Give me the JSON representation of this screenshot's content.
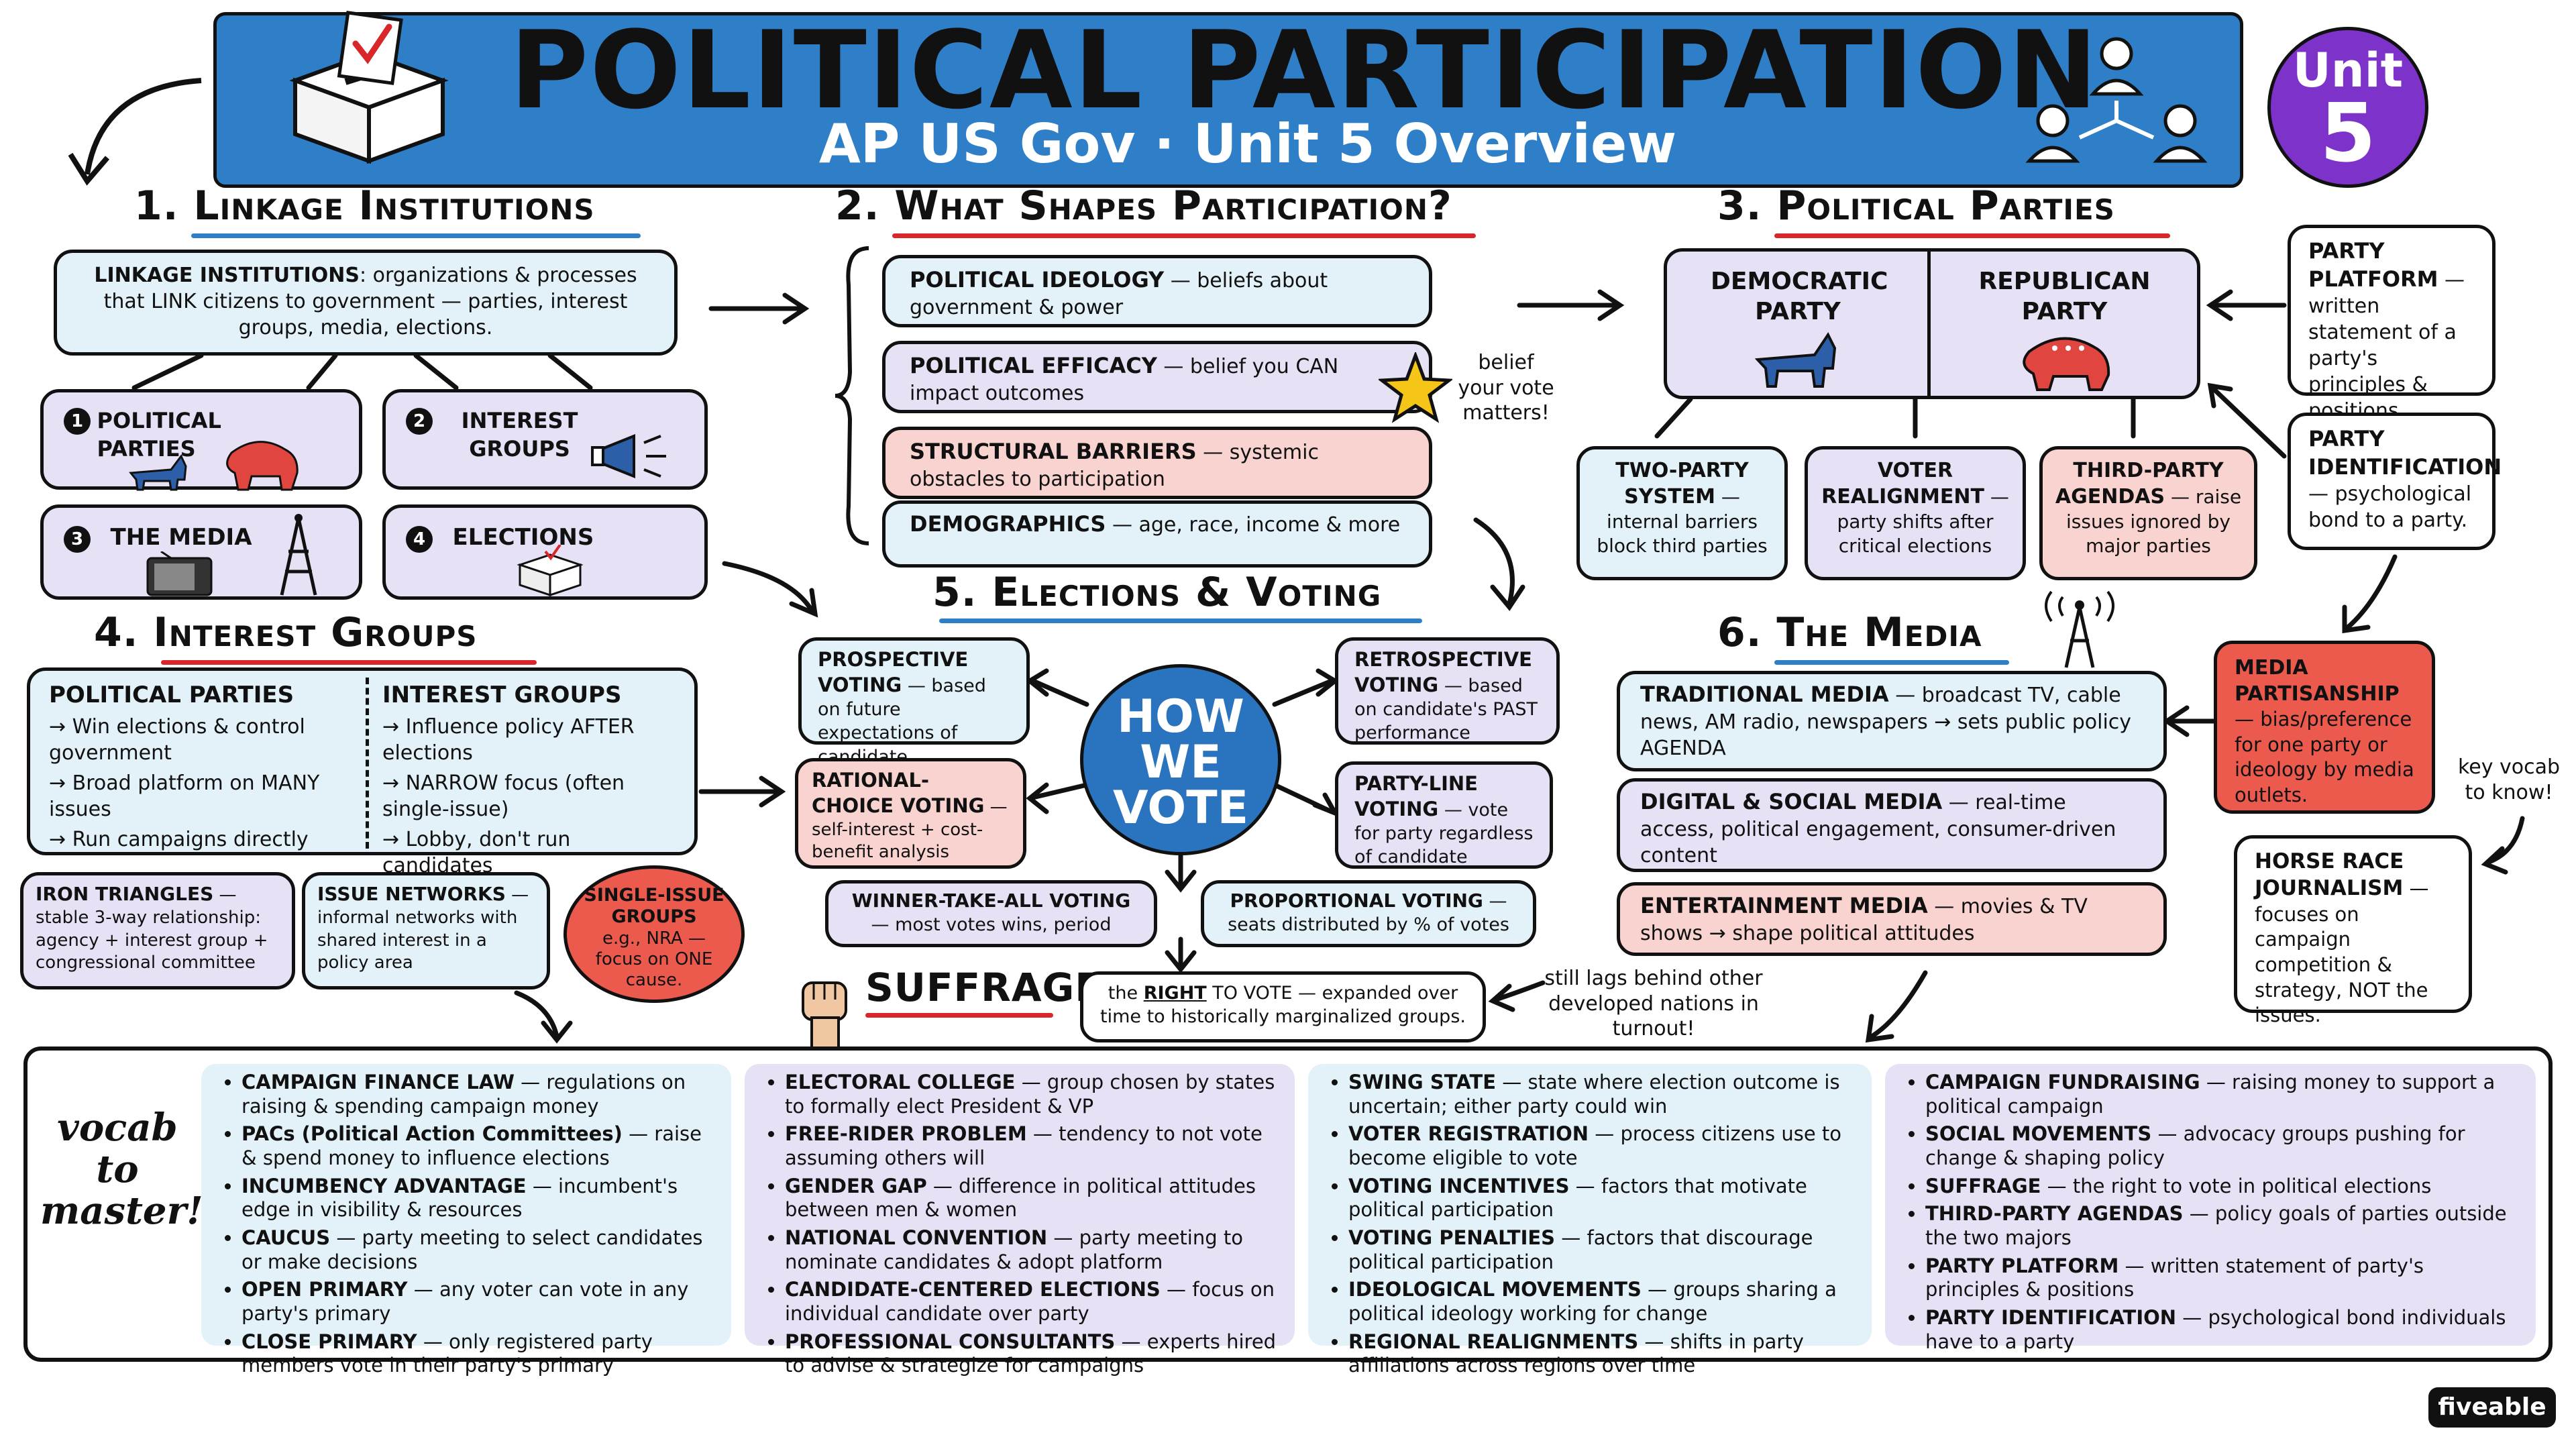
{
  "header": {
    "title": "POLITICAL PARTICIPATION",
    "subtitle": "AP US Gov · Unit 5 Overview",
    "unit_word": "Unit",
    "unit_number": "5"
  },
  "section1": {
    "title": "1. Linkage Institutions",
    "def_term": "LINKAGE INSTITUTIONS",
    "def_text": ": organizations & processes that LINK citizens to government — parties, interest groups, media, elections.",
    "items": [
      {
        "num": "1",
        "label": "POLITICAL PARTIES"
      },
      {
        "num": "2",
        "label": "INTEREST GROUPS"
      },
      {
        "num": "3",
        "label": "THE MEDIA"
      },
      {
        "num": "4",
        "label": "ELECTIONS"
      }
    ]
  },
  "section2": {
    "title": "2. What Shapes Participation?",
    "items": [
      {
        "term": "POLITICAL IDEOLOGY",
        "text": " — beliefs about government & power"
      },
      {
        "term": "POLITICAL EFFICACY",
        "text": " — belief you CAN impact outcomes"
      },
      {
        "term": "STRUCTURAL BARRIERS",
        "text": " — systemic obstacles to participation"
      },
      {
        "term": "DEMOGRAPHICS",
        "text": " — age, race, income & more"
      }
    ],
    "star_note": "belief your vote matters!"
  },
  "section3": {
    "title": "3. Political Parties",
    "dem": "DEMOCRATIC PARTY",
    "rep": "REPUBLICAN PARTY",
    "platform_term": "PARTY PLATFORM",
    "platform_text": " — written statement of a party's principles & positions.",
    "ident_term": "PARTY IDENTIFICATION",
    "ident_text": " — psychological bond to a party.",
    "sub": [
      {
        "term": "TWO-PARTY SYSTEM",
        "text": " — internal barriers block third parties"
      },
      {
        "term": "VOTER REALIGNMENT",
        "text": " — party shifts after critical elections"
      },
      {
        "term": "THIRD-PARTY AGENDAS",
        "text": " — raise issues ignored by major parties"
      }
    ]
  },
  "section4": {
    "title": "4. Interest Groups",
    "left_head": "POLITICAL PARTIES",
    "left_items": [
      "→ Win elections & control government",
      "→ Broad platform on MANY issues",
      "→ Run campaigns directly"
    ],
    "right_head": "INTEREST GROUPS",
    "right_items": [
      "→ Influence policy AFTER elections",
      "→ NARROW focus (often single-issue)",
      "→ Lobby, don't run candidates"
    ],
    "iron_term": "IRON TRIANGLES",
    "iron_text": " — stable 3-way relationship: agency + interest group + congressional committee",
    "issue_term": "ISSUE NETWORKS",
    "issue_text": " — informal networks with shared interest in a policy area",
    "single_term": "SINGLE-ISSUE GROUPS",
    "single_text": "e.g., NRA — focus on ONE cause."
  },
  "section5": {
    "title": "5. Elections & Voting",
    "center": [
      "HOW",
      "WE",
      "VOTE"
    ],
    "prospective_term": "PROSPECTIVE VOTING",
    "prospective_text": " — based on future expectations of candidate",
    "retro_term": "RETROSPECTIVE VOTING",
    "retro_text": " — based on candidate's PAST performance",
    "rational_term": "RATIONAL-CHOICE VOTING",
    "rational_text": " — self-interest + cost-benefit analysis",
    "partyline_term": "PARTY-LINE VOTING",
    "partyline_text": " — vote for party regardless of candidate",
    "wta_term": "WINNER-TAKE-ALL VOTING",
    "wta_text": " — most votes wins, period",
    "prop_term": "PROPORTIONAL VOTING",
    "prop_text": " — seats distributed by % of votes",
    "suffrage_title": "SUFFRAGE",
    "suffrage_pre": "the ",
    "suffrage_term": "RIGHT",
    "suffrage_text": " TO VOTE — expanded over time to historically marginalized groups.",
    "turnout_note": "still lags behind other developed nations in turnout!"
  },
  "section6": {
    "title": "6. The Media",
    "items": [
      {
        "term": "TRADITIONAL MEDIA",
        "text": " — broadcast TV, cable news, AM radio, newspapers → sets public policy AGENDA"
      },
      {
        "term": "DIGITAL & SOCIAL MEDIA",
        "text": " — real-time access, political engagement, consumer-driven content"
      },
      {
        "term": "ENTERTAINMENT MEDIA",
        "text": " — movies & TV shows → shape political attitudes"
      }
    ],
    "partisan_term": "MEDIA PARTISANSHIP",
    "partisan_text": " — bias/preference for one party or ideology by media outlets.",
    "vocab_note": "key vocab to know!",
    "horse_term": "HORSE RACE JOURNALISM",
    "horse_text": " — focuses on campaign competition & strategy, NOT the issues."
  },
  "vocab": {
    "label": "vocab to master!",
    "columns": [
      [
        {
          "term": "CAMPAIGN FINANCE LAW",
          "text": " — regulations on raising & spending campaign money"
        },
        {
          "term": "PACs (Political Action Committees)",
          "text": " — raise & spend money to influence elections"
        },
        {
          "term": "INCUMBENCY ADVANTAGE",
          "text": " — incumbent's edge in visibility & resources"
        },
        {
          "term": "CAUCUS",
          "text": " — party meeting to select candidates or make decisions"
        },
        {
          "term": "OPEN PRIMARY",
          "text": " — any voter can vote in any party's primary"
        },
        {
          "term": "CLOSE PRIMARY",
          "text": " — only registered party members vote in their party's primary"
        }
      ],
      [
        {
          "term": "ELECTORAL COLLEGE",
          "text": " — group chosen by states to formally elect President & VP"
        },
        {
          "term": "FREE-RIDER PROBLEM",
          "text": " — tendency to not vote assuming others will"
        },
        {
          "term": "GENDER GAP",
          "text": " — difference in political attitudes between men & women"
        },
        {
          "term": "NATIONAL CONVENTION",
          "text": " — party meeting to nominate candidates & adopt platform"
        },
        {
          "term": "CANDIDATE-CENTERED ELECTIONS",
          "text": " — focus on individual candidate over party"
        },
        {
          "term": "PROFESSIONAL CONSULTANTS",
          "text": " — experts hired to advise & strategize for campaigns"
        }
      ],
      [
        {
          "term": "SWING STATE",
          "text": " — state where election outcome is uncertain; either party could win"
        },
        {
          "term": "VOTER REGISTRATION",
          "text": " — process citizens use to become eligible to vote"
        },
        {
          "term": "VOTING INCENTIVES",
          "text": " — factors that motivate political participation"
        },
        {
          "term": "VOTING PENALTIES",
          "text": " — factors that discourage political participation"
        },
        {
          "term": "IDEOLOGICAL MOVEMENTS",
          "text": " — groups sharing a political ideology working for change"
        },
        {
          "term": "REGIONAL REALIGNMENTS",
          "text": " — shifts in party affiliations across regions over time"
        }
      ],
      [
        {
          "term": "CAMPAIGN FUNDRAISING",
          "text": " — raising money to support a political campaign"
        },
        {
          "term": "SOCIAL MOVEMENTS",
          "text": " — advocacy groups pushing for change & shaping policy"
        },
        {
          "term": "SUFFRAGE",
          "text": " — the right to vote in political elections"
        },
        {
          "term": "THIRD-PARTY AGENDAS",
          "text": " — policy goals of parties outside the two majors"
        },
        {
          "term": "PARTY PLATFORM",
          "text": " — written statement of party's principles & positions"
        },
        {
          "term": "PARTY IDENTIFICATION",
          "text": " — psychological bond individuals have to a party"
        }
      ]
    ]
  },
  "brand": "fiveable",
  "colors": {
    "banner_blue": "#2f7fc8",
    "unit_purple": "#7d33c9",
    "card_blue": "#e3f1f8",
    "card_purple": "#e7e1f5",
    "card_pink": "#f8d3cf",
    "card_red": "#ec5a4e",
    "circle_blue": "#2a74bf",
    "dem_blue": "#2d5ea8",
    "rep_red": "#e0463f"
  }
}
